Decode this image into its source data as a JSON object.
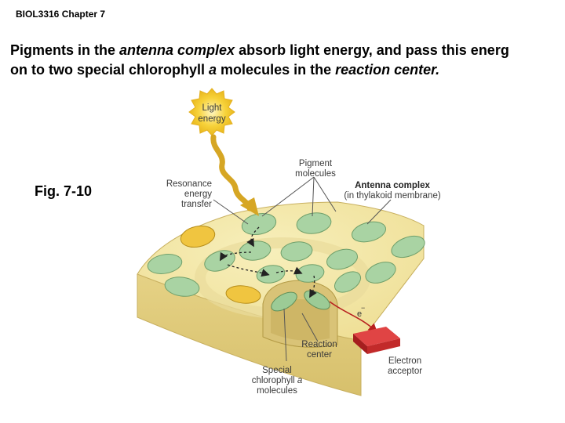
{
  "header": {
    "course": "BIOL3316 Chapter 7"
  },
  "title": {
    "line1_a": "Pigments in the ",
    "line1_b": "antenna complex",
    "line1_c": " absorb light energy, and pass this energ",
    "line2_a": "on to two special chlorophyll ",
    "line2_b": "a",
    "line2_c": " molecules in the ",
    "line2_d": "reaction center."
  },
  "figure_label": "Fig. 7-10",
  "diagram": {
    "light_energy": [
      "Light",
      "energy"
    ],
    "pigment_molecules": [
      "Pigment",
      "molecules"
    ],
    "resonance_energy_transfer": [
      "Resonance",
      "energy",
      "transfer"
    ],
    "antenna_complex": [
      "Antenna complex",
      "(in thylakoid membrane)"
    ],
    "reaction_center": [
      "Reaction",
      "center"
    ],
    "special_chlorophyll": [
      "Special",
      "chlorophyll ",
      "a",
      "molecules"
    ],
    "electron_acceptor": [
      "Electron",
      "acceptor"
    ],
    "electron_symbol": "e",
    "electron_charge": "−"
  },
  "colors": {
    "membrane_top": "#f4eaa8",
    "membrane_side": "#e8d589",
    "chlorophyll_green": "#a9d3a3",
    "carotenoid_yellow": "#f0c540",
    "light_burst": "#f7d23a",
    "acceptor_red": "#cc2a2a"
  }
}
